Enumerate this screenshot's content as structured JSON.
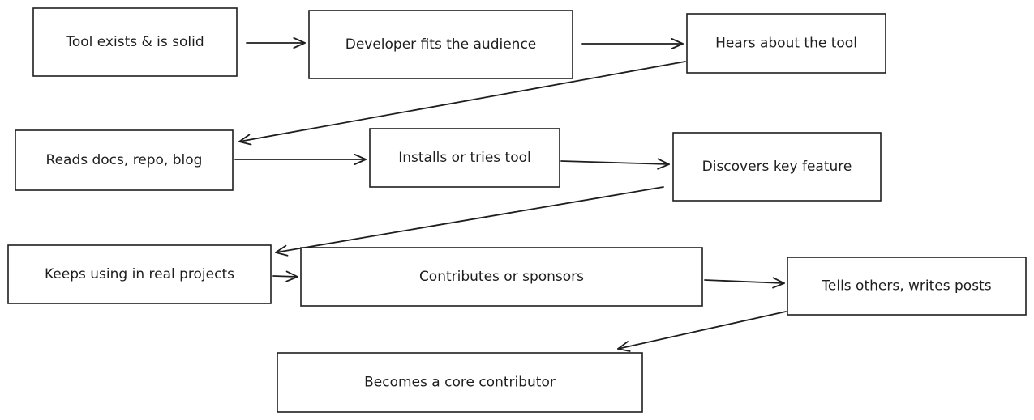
{
  "diagram": {
    "nodes": [
      {
        "id": "tool-exists",
        "label": "Tool exists & is solid"
      },
      {
        "id": "developer-fits",
        "label": "Developer fits the audience"
      },
      {
        "id": "hears-about",
        "label": "Hears about the tool"
      },
      {
        "id": "reads-docs",
        "label": "Reads docs, repo, blog"
      },
      {
        "id": "installs",
        "label": "Installs or tries tool"
      },
      {
        "id": "discovers",
        "label": "Discovers key feature"
      },
      {
        "id": "keeps-using",
        "label": "Keeps using in real projects"
      },
      {
        "id": "contributes",
        "label": "Contributes or sponsors"
      },
      {
        "id": "tells-others",
        "label": "Tells others, writes posts"
      },
      {
        "id": "core-contributor",
        "label": "Becomes a core contributor"
      }
    ],
    "edges": [
      {
        "from": "tool-exists",
        "to": "developer-fits"
      },
      {
        "from": "developer-fits",
        "to": "hears-about"
      },
      {
        "from": "hears-about",
        "to": "reads-docs"
      },
      {
        "from": "reads-docs",
        "to": "installs"
      },
      {
        "from": "installs",
        "to": "discovers"
      },
      {
        "from": "discovers",
        "to": "keeps-using"
      },
      {
        "from": "keeps-using",
        "to": "contributes"
      },
      {
        "from": "contributes",
        "to": "tells-others"
      },
      {
        "from": "tells-others",
        "to": "core-contributor"
      }
    ]
  }
}
